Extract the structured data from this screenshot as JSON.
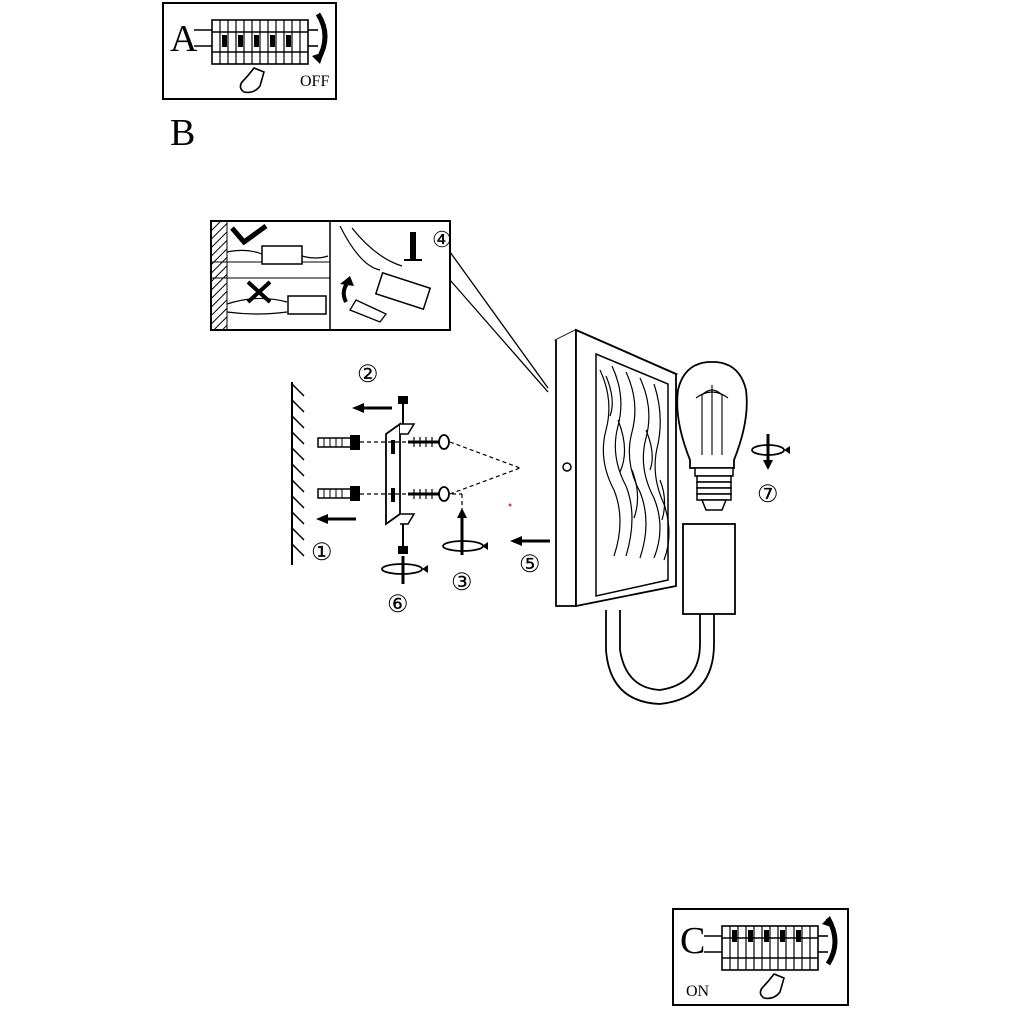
{
  "panel_a": {
    "letter": "A",
    "state_label": "OFF"
  },
  "section_b": {
    "letter": "B"
  },
  "panel_c": {
    "letter": "C",
    "state_label": "ON"
  },
  "steps": [
    "①",
    "②",
    "③",
    "④",
    "⑤",
    "⑥",
    "⑦"
  ],
  "colors": {
    "ink": "#000000",
    "paper": "#ffffff"
  }
}
